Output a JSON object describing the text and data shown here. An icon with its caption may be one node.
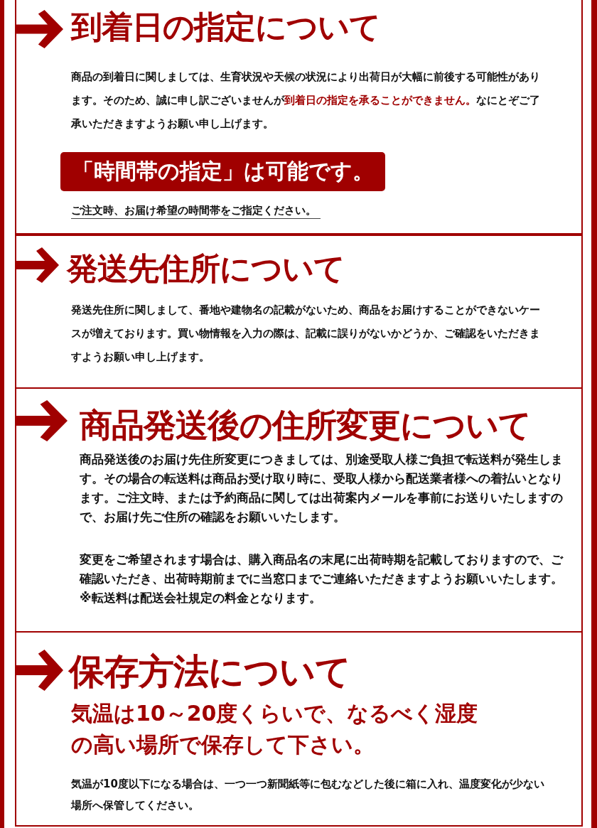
{
  "diagram": {
    "nodes": [
      {
        "text": [
          "到着日の指定について",
          "商品の到着日に関しましては、生育状況や天候の状況により出荷日が大幅に前後する可能性があります。そのため、誠に申し訳ございませんが**到着日の指定を承ることができません。**なにとぞご了承いただきますようお願い申し上げます。",
          "ご注文時、お届け希望の時間帯をご指定ください。"
        ]
      },
      {
        "text": [
          "「時間帯の指定」は可能です。"
        ],
        "in": 0
      },
      {
        "text": [
          "発送先住所について",
          "発送先住所に関しまして、番地や建物名の記載がないため、商品をお届けすることができないケースが増えております。買い物情報を入力の際は、記載に誤りがないかどうか、ご確認をいただきますようお願い申し上げます。"
        ]
      },
      {
        "text": [
          "商品発送後の住所変更について",
          "商品発送後のお届け先住所変更につきましては、別途受取人様ご負担で転送料が発生します。その場合の転送料は商品お受け取り時に、受取人様から配送業者様への着払いとなります。ご注文時、または予約商品に関しては出荷案内メールを事前にお送りいたしますので、お届け先ご住所の確認をお願いいたします。",
          "変更をご希望されます場合は、購入商品名の末尾に出荷時期を記載しておりますので、ご確認いただき、出荷時期前までに当窓口までご連絡いただきますようお願いいたします。 ※転送料は配送会社規定の料金となります。"
        ]
      },
      {
        "text": [
          "保存方法について",
          "気温は10～20度くらいで、なるべく湿度の高い場所で保存して下さい。",
          "気温が10度以下になる場合は、一つ一つ新聞紙等に包むなどした後に箱に入れ、温度変化が少ない場所へ保管してください。"
        ]
      }
    ]
  }
}
